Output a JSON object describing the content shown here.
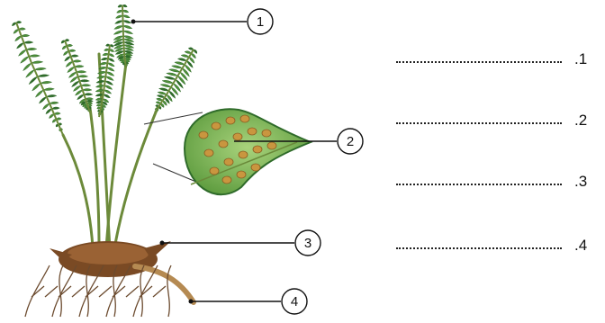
{
  "callouts": [
    {
      "number": "1",
      "part": "frond"
    },
    {
      "number": "2",
      "part": "sori on pinnule"
    },
    {
      "number": "3",
      "part": "rhizome"
    },
    {
      "number": "4",
      "part": "roots"
    }
  ],
  "answer_lines": [
    {
      "label": ".1"
    },
    {
      "label": ".2"
    },
    {
      "label": ".3"
    },
    {
      "label": ".4"
    }
  ],
  "colors": {
    "leaf_dark": "#2f6b2a",
    "leaf_mid": "#4f8f3a",
    "leaf_light": "#8cc06a",
    "stem": "#6c8a3a",
    "rhizome": "#7a4a24",
    "roots": "#6b4a2e",
    "sori": "#c9963f"
  }
}
